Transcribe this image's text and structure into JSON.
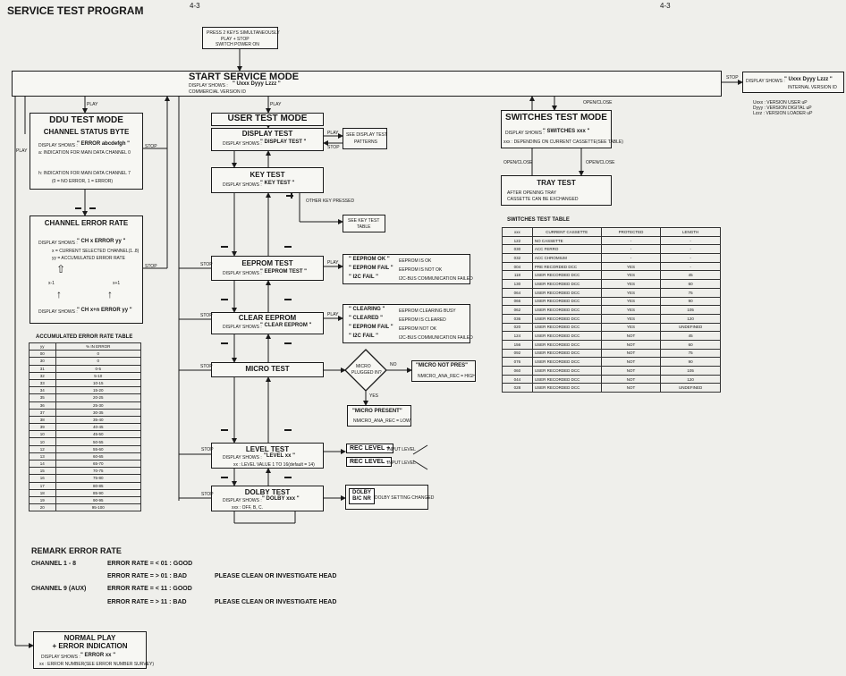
{
  "header": {
    "title": "SERVICE TEST PROGRAM",
    "page_left": "4-3",
    "page_right": "4-3"
  },
  "power_on": [
    "PRESS 2 KEYS SIMULTANEOUSLY",
    "PLAY + STOP",
    "SWITCH POWER ON"
  ],
  "start": {
    "title": "START SERVICE MODE",
    "display_label": "DISPLAY SHOWS :",
    "display_value": "\" Uxxx Dyyy Lzzz \"",
    "sub": "COMMERCIAL VERSION ID"
  },
  "stop_label": "STOP",
  "play_label": "PLAY",
  "openclose_label": "OPEN/CLOSE",
  "version": {
    "display_label": "DISPLAY SHOWS :",
    "display_value": "\" Uxxx Dyyy Lzzz \"",
    "sub": "INTERNAL VERSION ID",
    "notes": [
      "Uxxx : VERSION USER uP",
      "Dyyy : VERSION DIGITAL uP",
      "Lzzz : VERSION LOADER uP"
    ]
  },
  "ddu": {
    "title": "DDU TEST MODE",
    "sub": "CHANNEL STATUS BYTE",
    "display_label": "DISPLAY SHOWS :",
    "display_value": "\" ERROR abcdefgh \"",
    "lines": [
      "a: INDICATION FOR MAIN DATA CHANNEL 0",
      "h: INDICATION FOR MAIN DATA CHANNEL 7",
      "(0 = NO ERROR, 1 = ERROR)"
    ]
  },
  "cer": {
    "title": "CHANNEL ERROR RATE",
    "display_label": "DISPLAY SHOWS :",
    "display_value": "\" CH x  ERROR yy \"",
    "lines": [
      "x = CURRENT SELECTED CHANNEL(1..8)",
      "yy = ACCUMULATED ERROR RATE"
    ],
    "left_arrow": "x-1",
    "right_arrow": "x+1",
    "display_label2": "DISPLAY SHOWS :",
    "display_value2": "\" CH x+n ERROR yy \""
  },
  "acc_table": {
    "title": "ACCUMULATED ERROR RATE TABLE",
    "headers": [
      "yy",
      "% IN ERROR"
    ],
    "rows": [
      [
        "00",
        "0"
      ],
      [
        "30",
        "0"
      ],
      [
        "31",
        "0-5"
      ],
      [
        "32",
        "5-10"
      ],
      [
        "33",
        "10-15"
      ],
      [
        "34",
        "15-20"
      ],
      [
        "35",
        "20-25"
      ],
      [
        "36",
        "25-30"
      ],
      [
        "37",
        "30-35"
      ],
      [
        "38",
        "35-40"
      ],
      [
        "39",
        "40-45"
      ],
      [
        "10",
        "45-50"
      ],
      [
        "10",
        "50-55"
      ],
      [
        "12",
        "55-60"
      ],
      [
        "13",
        "60-65"
      ],
      [
        "14",
        "65-70"
      ],
      [
        "15",
        "70-75"
      ],
      [
        "16",
        "75-80"
      ],
      [
        "17",
        "80-85"
      ],
      [
        "18",
        "85-90"
      ],
      [
        "19",
        "90-95"
      ],
      [
        "20",
        "95-100"
      ]
    ]
  },
  "user": {
    "title": "USER TEST MODE"
  },
  "display_test": {
    "title": "DISPLAY TEST",
    "display_label": "DISPLAY SHOWS :",
    "display_value": "\" DISPLAY TEST \""
  },
  "see_display": [
    "SEE DISPLAY TEST",
    "PATTERNS"
  ],
  "key_test": {
    "title": "KEY TEST",
    "display_label": "DISPLAY SHOWS :",
    "display_value": "\" KEY TEST \""
  },
  "other_key": "OTHER KEY PRESSED",
  "see_key": [
    "SEE KEY TEST",
    "TABLE"
  ],
  "eeprom_test": {
    "title": "EEPROM TEST",
    "display_label": "DISPLAY SHOWS :",
    "display_value": "\" EEPROM TEST \""
  },
  "eeprom_results": [
    [
      "\" EEPROM OK \"",
      "EEPROM IS OK"
    ],
    [
      "\" EEPROM FAIL \"",
      "EEPROM IS NOT OK"
    ],
    [
      "\" I2C FAIL \"",
      "I2C-BUS COMMUNICATION FAILED"
    ]
  ],
  "clear_eeprom": {
    "title": "CLEAR EEPROM",
    "display_label": "DISPLAY SHOWS :",
    "display_value": "\" CLEAR EEPROM \""
  },
  "clear_results": [
    [
      "\" CLEARING \"",
      "EEPROM CLEARING BUSY"
    ],
    [
      "\" CLEARED \"",
      "EEPROM IS CLEARED"
    ],
    [
      "\" EEPROM FAIL \"",
      "EEPROM NOT OK"
    ],
    [
      "\" I2C FAIL \"",
      "I2C-BUS COMMUNICATION FAILED"
    ]
  ],
  "micro_test": {
    "title": "MICRO TEST"
  },
  "micro_diamond": [
    "MICRO",
    "PLUGGED IN?"
  ],
  "no_label": "NO",
  "yes_label": "YES",
  "micro_not": {
    "title": "\"MICRO NOT PRES\"",
    "sub": "NMICRO_ANA_REC = HIGH"
  },
  "micro_present": {
    "title": "\"MICRO PRESENT\"",
    "sub": "NMICRO_ANA_REC = LOW"
  },
  "level_test": {
    "title": "LEVEL TEST",
    "display_label": "DISPLAY SHOWS :",
    "display_value": "\"LEVEL xx \"",
    "sub": "xx : LEVEL VALUE 1 TO 16(default = 14)"
  },
  "rec_level": [
    {
      "label": "REC LEVEL +",
      "note": "INPUT LEVEL"
    },
    {
      "label": "REC LEVEL -",
      "note": "INPUT LEVEL"
    }
  ],
  "dolby_test": {
    "title": "DOLBY TEST",
    "display_label": "DISPLAY SHOWS :",
    "display_value": "\" DOLBY xxx \"",
    "sub": "xxx : OFF, B, C."
  },
  "dolby_btn": [
    "DOLBY",
    "B/C NR"
  ],
  "dolby_note": "DOLBY SETTING CHANGED",
  "switches": {
    "title": "SWITCHES TEST MODE",
    "display_label": "DISPLAY SHOWS :",
    "display_value": "\" SWITCHES xxx \"",
    "sub": "xxx : DEPENDING ON CURRENT CASSETTE(SEE TABLE)"
  },
  "tray": {
    "title": "TRAY TEST",
    "lines": [
      "AFTER OPENING TRAY",
      "CASSETTE CAN BE EXCHANGED"
    ]
  },
  "sw_table": {
    "title": "SWITCHES TEST TABLE",
    "headers": [
      "xxx",
      "CURRENT CASSETTE",
      "PROTECTED",
      "LENGTH"
    ],
    "rows": [
      [
        "122",
        "NO CASSETTE",
        "-",
        "-"
      ],
      [
        "030",
        "ACC FERRO",
        "-",
        "-"
      ],
      [
        "032",
        "ACC CHROMIUM",
        "-",
        "-"
      ],
      [
        "004",
        "PRE RECORDED DCC",
        "YES",
        "-"
      ],
      [
        "118",
        "USER RECORDED DCC",
        "YES",
        "45"
      ],
      [
        "130",
        "USER RECORDED DCC",
        "YES",
        "60"
      ],
      [
        "064",
        "USER RECORDED DCC",
        "YES",
        "75"
      ],
      [
        "066",
        "USER RECORDED DCC",
        "YES",
        "90"
      ],
      [
        "062",
        "USER RECORDED DCC",
        "YES",
        "105"
      ],
      [
        "036",
        "USER RECORDED DCC",
        "YES",
        "120"
      ],
      [
        "020",
        "USER RECORDED DCC",
        "YES",
        "UNDEFINED"
      ],
      [
        "124",
        "USER RECORDED DCC",
        "NOT",
        "45"
      ],
      [
        "156",
        "USER RECORDED DCC",
        "NOT",
        "60"
      ],
      [
        "092",
        "USER RECORDED DCC",
        "NOT",
        "75"
      ],
      [
        "076",
        "USER RECORDED DCC",
        "NOT",
        "90"
      ],
      [
        "060",
        "USER RECORDED DCC",
        "NOT",
        "105"
      ],
      [
        "044",
        "USER RECORDED DCC",
        "NOT",
        "120"
      ],
      [
        "028",
        "USER RECORDED DCC",
        "NOT",
        "UNDEFINED"
      ]
    ]
  },
  "remark": {
    "title": "REMARK ERROR RATE",
    "ch1_label": "CHANNEL 1 - 8",
    "ch1_good": "ERROR RATE = < 01 : GOOD",
    "ch1_bad": "ERROR RATE = > 01 : BAD",
    "ch1_action": "PLEASE CLEAN OR INVESTIGATE HEAD",
    "ch9_label": "CHANNEL 9 (AUX)",
    "ch9_good": "ERROR RATE = < 11 : GOOD",
    "ch9_bad": "ERROR RATE = > 11 : BAD",
    "ch9_action": "PLEASE CLEAN OR INVESTIGATE HEAD"
  },
  "normal": {
    "title1": "NORMAL PLAY",
    "title2": "+ ERROR INDICATION",
    "display_label": "DISPLAY SHOWS :",
    "display_value": "\" ERROR xx \"",
    "sub": "xx : ERROR NUMBER(SEE ERROR NUMBER SURVEY)"
  }
}
